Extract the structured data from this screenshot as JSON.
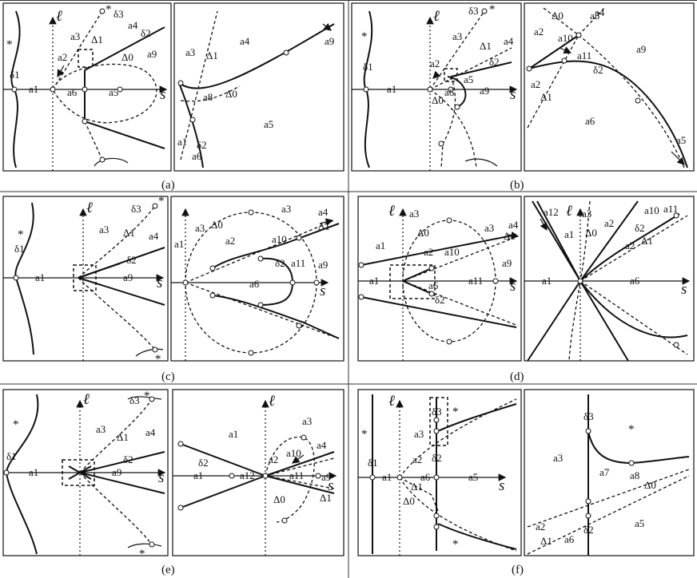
{
  "panels": {
    "a": {
      "caption": "(a)",
      "overview": {
        "axis_vertical": "ℓ",
        "axis_horizontal": "s",
        "delta1": "δ1",
        "delta2": "δ2",
        "delta3": "δ3",
        "Delta0": "Δ0",
        "Delta1": "Δ1",
        "star_top": "*",
        "star_left": "*",
        "a1": "a1",
        "a2": "a2",
        "a3": "a3",
        "a4": "a4",
        "a5": "a5",
        "a6": "a6",
        "a9": "a9"
      },
      "zoom": {
        "a3": "a3",
        "a4": "a4",
        "a5": "a5",
        "a6": "a6",
        "a8": "a8",
        "a9": "a9",
        "a1": "a1",
        "Delta1": "Δ1",
        "Delta0": "Δ0",
        "delta2": "δ2"
      }
    },
    "b": {
      "caption": "(b)",
      "overview": {
        "axis_vertical": "ℓ",
        "axis_horizontal": "s",
        "delta1": "δ1",
        "delta2": "δ2",
        "delta3": "δ3",
        "Delta0": "Δ0",
        "Delta1": "Δ1",
        "star_top": "*",
        "star_left": "*",
        "a1": "a1",
        "a2": "a2",
        "a3": "a3",
        "a4": "a4",
        "a5": "a5",
        "a6": "a6",
        "a9": "a9"
      },
      "zoom": {
        "Delta0": "Δ0",
        "a3": "a3",
        "a4": "a4",
        "a2": "a2",
        "a10": "a10",
        "a11": "a11",
        "a9": "a9",
        "delta2": "δ2",
        "a2b": "a2",
        "Delta1": "Δ1",
        "a6": "a6",
        "a5": "a5"
      }
    },
    "c": {
      "caption": "(c)",
      "overview": {
        "axis_vertical": "ℓ",
        "axis_horizontal": "s",
        "delta1": "δ1",
        "delta2": "δ2",
        "delta3": "δ3",
        "Delta1": "Δ1",
        "star_top": "*",
        "star_left": "*",
        "star_bottom": "*",
        "a1": "a1",
        "a3": "a3",
        "a4": "a4",
        "a9": "a9"
      },
      "zoom": {
        "axis_horizontal": "s",
        "a1": "a1",
        "a3": "a3",
        "Delta0": "Δ0",
        "a3b": "a3",
        "a4": "a4",
        "Delta1": "Δ1",
        "a2": "a2",
        "a10": "a10",
        "delta2": "δ2",
        "a11": "a11",
        "a9": "a9",
        "a6": "a6"
      }
    },
    "d": {
      "caption": "(d)",
      "overview": {
        "axis_vertical": "ℓ",
        "axis_horizontal": "s",
        "a3": "a3",
        "Delta0": "Δ0",
        "a3b": "a3",
        "a4": "a4",
        "Delta1": "Δ1",
        "a1": "a1",
        "a2": "a2",
        "a10": "a10",
        "a9": "a9",
        "a1b": "a1",
        "a11": "a11",
        "a6": "a6",
        "delta2": "δ2"
      },
      "zoom": {
        "axis_vertical": "ℓ",
        "axis_horizontal": "s",
        "a12": "a12",
        "a3": "a3",
        "a1": "a1",
        "Delta0": "Δ0",
        "a2": "a2",
        "a10": "a10",
        "a11": "a11",
        "delta2": "δ2",
        "a2b": "a2",
        "Delta1": "Δ1",
        "a1b": "a1",
        "a6": "a6"
      }
    },
    "e": {
      "caption": "(e)",
      "overview": {
        "axis_vertical": "ℓ",
        "axis_horizontal": "s",
        "delta1": "δ1",
        "delta2": "δ2",
        "delta3": "δ3",
        "Delta1": "Δ1",
        "star_top": "*",
        "star_left": "*",
        "star_bottom": "*",
        "a1": "a1",
        "a3": "a3",
        "a4": "a4",
        "a9": "a9"
      },
      "zoom": {
        "axis_vertical": "ℓ",
        "axis_horizontal": "s",
        "a1": "a1",
        "a3": "a3",
        "delta2": "δ2",
        "a1b": "a1",
        "a12": "a12",
        "a2": "a2",
        "a10": "a10",
        "a4": "a4",
        "a11": "a11",
        "a9": "a9",
        "Delta0": "Δ0",
        "Delta1": "Δ1"
      }
    },
    "f": {
      "caption": "(f)",
      "overview": {
        "axis_vertical": "ℓ",
        "axis_horizontal": "s",
        "delta1": "δ1",
        "delta2": "δ2",
        "delta3": "δ3",
        "Delta0": "Δ0",
        "Delta1": "Δ1",
        "star_left": "*",
        "star_top": "*",
        "star_bottom": "*",
        "a1": "a1",
        "a2": "a2",
        "a3": "a3",
        "a5": "a5",
        "a6": "a6"
      },
      "zoom": {
        "delta3": "δ3",
        "star": "*",
        "a3": "a3",
        "a7": "a7",
        "a8": "a8",
        "Delta0": "Δ0",
        "delta2": "δ2",
        "a2": "a2",
        "Delta1": "Δ1",
        "a6": "a6",
        "a5": "a5"
      }
    }
  }
}
